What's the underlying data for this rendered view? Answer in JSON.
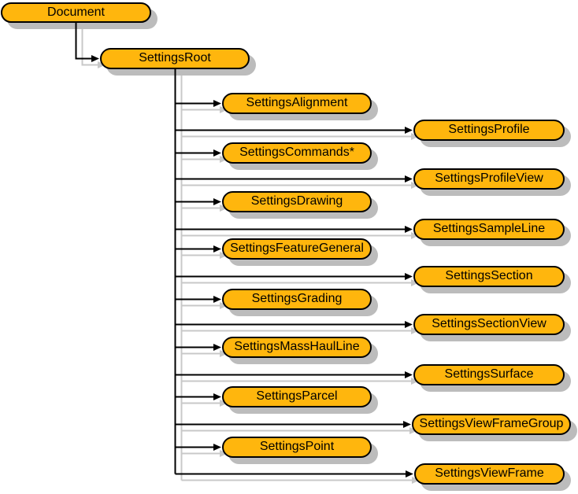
{
  "diagram": {
    "description": "Object model hierarchy tree of settings classes",
    "colors": {
      "background": "#FFFFFF",
      "node_fill": "#FFB60D",
      "node_border": "#000000",
      "node_text": "#000000",
      "node_shadow": "#BCBCBC",
      "connector": "#000000",
      "connector_shadow": "#C8C8C8"
    },
    "nodes": [
      {
        "id": "document",
        "label": "Document",
        "parent": null
      },
      {
        "id": "settings-root",
        "label": "SettingsRoot",
        "parent": "document"
      },
      {
        "id": "settings-alignment",
        "label": "SettingsAlignment",
        "parent": "settings-root"
      },
      {
        "id": "settings-profile",
        "label": "SettingsProfile",
        "parent": "settings-root"
      },
      {
        "id": "settings-commands",
        "label": "SettingsCommands*",
        "parent": "settings-root"
      },
      {
        "id": "settings-profile-view",
        "label": "SettingsProfileView",
        "parent": "settings-root"
      },
      {
        "id": "settings-drawing",
        "label": "SettingsDrawing",
        "parent": "settings-root"
      },
      {
        "id": "settings-sample-line",
        "label": "SettingsSampleLine",
        "parent": "settings-root"
      },
      {
        "id": "settings-feature-general",
        "label": "SettingsFeatureGeneral",
        "parent": "settings-root"
      },
      {
        "id": "settings-section",
        "label": "SettingsSection",
        "parent": "settings-root"
      },
      {
        "id": "settings-grading",
        "label": "SettingsGrading",
        "parent": "settings-root"
      },
      {
        "id": "settings-section-view",
        "label": "SettingsSectionView",
        "parent": "settings-root"
      },
      {
        "id": "settings-mass-haul-line",
        "label": "SettingsMassHaulLine",
        "parent": "settings-root"
      },
      {
        "id": "settings-surface",
        "label": "SettingsSurface",
        "parent": "settings-root"
      },
      {
        "id": "settings-parcel",
        "label": "SettingsParcel",
        "parent": "settings-root"
      },
      {
        "id": "settings-view-frame-group",
        "label": "SettingsViewFrameGroup",
        "parent": "settings-root"
      },
      {
        "id": "settings-point",
        "label": "SettingsPoint",
        "parent": "settings-root"
      },
      {
        "id": "settings-view-frame",
        "label": "SettingsViewFrame",
        "parent": "settings-root"
      }
    ]
  }
}
